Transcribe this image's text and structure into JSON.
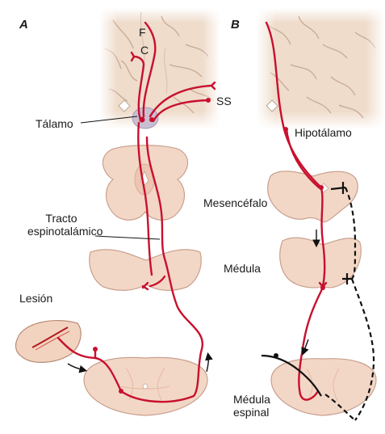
{
  "panels": {
    "a": "A",
    "b": "B"
  },
  "labels": {
    "f": "F",
    "c": "C",
    "ss": "SS",
    "talamo": "Tálamo",
    "hipotalamo": "Hipotálamo",
    "mesencefalo": "Mesencéfalo",
    "tracto_line1": "Tracto",
    "tracto_line2": "espinotalámico",
    "medula": "Médula",
    "lesion": "Lesión",
    "medula_espinal_line1": "Médula",
    "medula_espinal_line2": "espinal"
  },
  "colors": {
    "tract": "#c8102e",
    "tissue": "#f3d7c6",
    "tissue_edge": "#c9a08e",
    "brain": "#efdccb",
    "brain_line": "#c8aa95",
    "thalamus": "#c9bfd3",
    "descending": "#111111"
  }
}
